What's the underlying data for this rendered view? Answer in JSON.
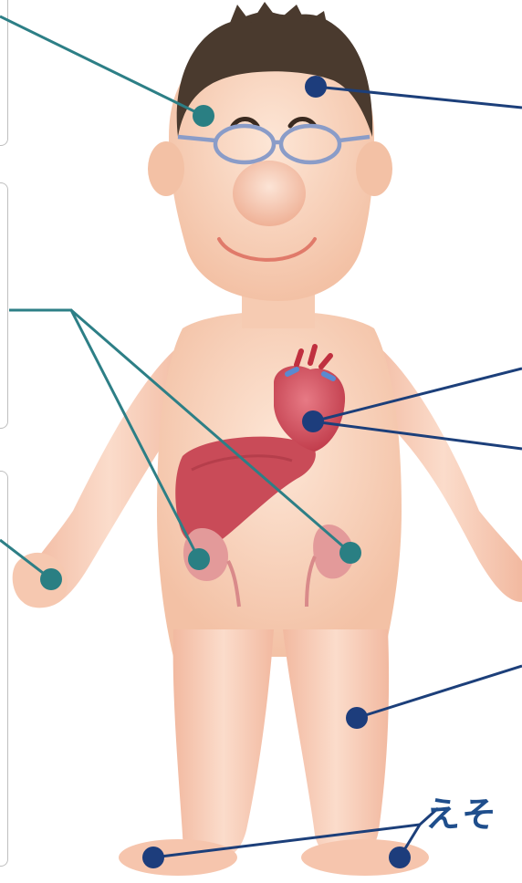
{
  "diagram": {
    "callout_text": "えそ",
    "colors": {
      "navy_line": "#1c3f7a",
      "teal_line": "#2d7f86",
      "navy_dot": "#1d3d7c",
      "teal_dot": "#2a7f83",
      "skin": "#f8d3bd",
      "skin_shadow": "#eeb59b",
      "hair": "#4a3a2e",
      "organ": "#c94b58",
      "organ_dark": "#a83643",
      "glasses": "#8a9cc8"
    },
    "markers": [
      {
        "id": "eye",
        "color": "teal"
      },
      {
        "id": "brain",
        "color": "navy"
      },
      {
        "id": "heart",
        "color": "navy"
      },
      {
        "id": "kidney-left",
        "color": "teal"
      },
      {
        "id": "kidney-right",
        "color": "teal"
      },
      {
        "id": "hand",
        "color": "teal"
      },
      {
        "id": "leg",
        "color": "navy"
      },
      {
        "id": "foot-left",
        "color": "navy"
      },
      {
        "id": "foot-right",
        "color": "navy"
      }
    ]
  }
}
